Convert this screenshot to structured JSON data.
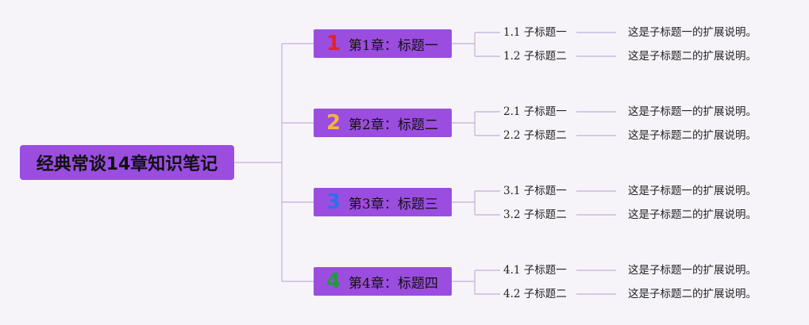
{
  "root": {
    "label": "经典常谈14章知识笔记"
  },
  "chapters": [
    {
      "number": "1",
      "number_color": "#e0232d",
      "title": "第1章：标题一",
      "subs": [
        {
          "label": "1.1 子标题一",
          "desc": "这是子标题一的扩展说明。"
        },
        {
          "label": "1.2 子标题二",
          "desc": "这是子标题二的扩展说明。"
        }
      ]
    },
    {
      "number": "2",
      "number_color": "#f2b63c",
      "title": "第2章：标题二",
      "subs": [
        {
          "label": "2.1 子标题一",
          "desc": "这是子标题一的扩展说明。"
        },
        {
          "label": "2.2 子标题二",
          "desc": "这是子标题二的扩展说明。"
        }
      ]
    },
    {
      "number": "3",
      "number_color": "#2f6fe8",
      "title": "第3章：标题三",
      "subs": [
        {
          "label": "3.1 子标题一",
          "desc": "这是子标题一的扩展说明。"
        },
        {
          "label": "3.2 子标题二",
          "desc": "这是子标题二的扩展说明。"
        }
      ]
    },
    {
      "number": "4",
      "number_color": "#1f9a3a",
      "title": "第4章：标题四",
      "subs": [
        {
          "label": "4.1 子标题一",
          "desc": "这是子标题一的扩展说明。"
        },
        {
          "label": "4.2 子标题二",
          "desc": "这是子标题二的扩展说明。"
        }
      ]
    }
  ],
  "colors": {
    "node_fill": "#9b4de0",
    "connector": "#cbb8df",
    "background": "#f7f4f9"
  }
}
